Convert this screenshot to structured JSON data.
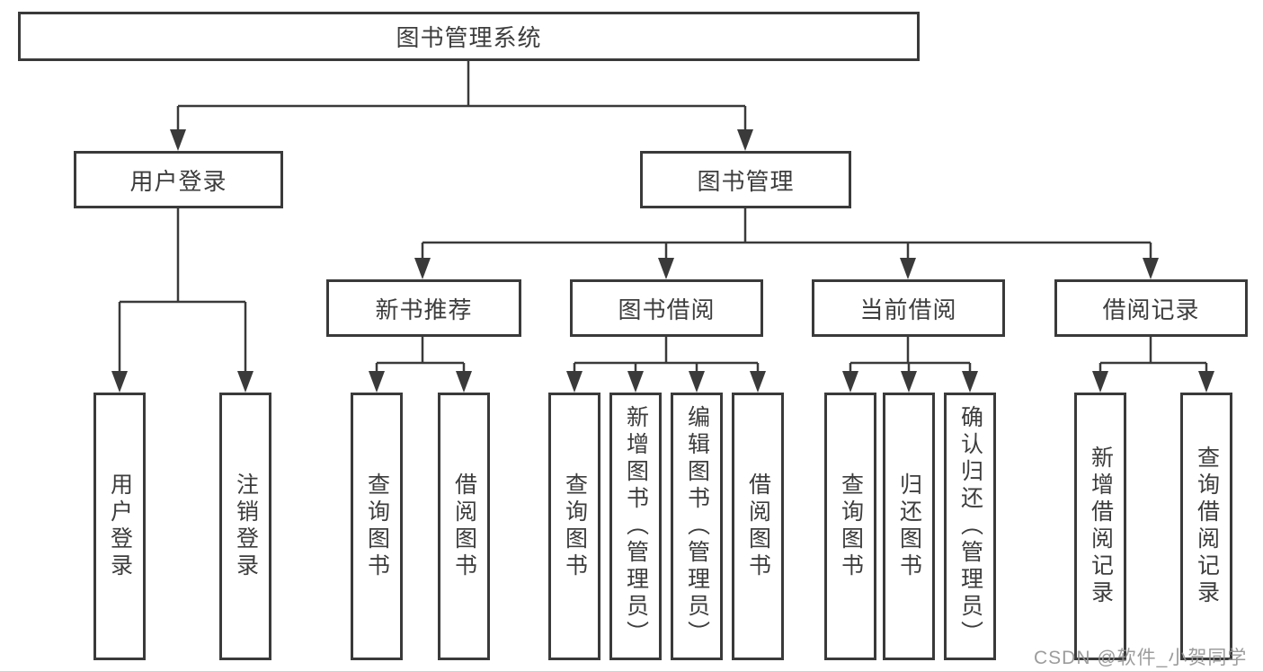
{
  "diagram": {
    "tree": {
      "root": {
        "label": "图书管理系统",
        "children": [
          {
            "label": "用户登录",
            "children": [
              {
                "label": "用户登录"
              },
              {
                "label": "注销登录"
              }
            ]
          },
          {
            "label": "图书管理",
            "children": [
              {
                "label": "新书推荐",
                "children": [
                  {
                    "label": "查询图书"
                  },
                  {
                    "label": "借阅图书"
                  }
                ]
              },
              {
                "label": "图书借阅",
                "children": [
                  {
                    "label": "查询图书"
                  },
                  {
                    "label": "新增图书（管理员）"
                  },
                  {
                    "label": "编辑图书（管理员）"
                  },
                  {
                    "label": "借阅图书"
                  }
                ]
              },
              {
                "label": "当前借阅",
                "children": [
                  {
                    "label": "查询图书"
                  },
                  {
                    "label": "归还图书"
                  },
                  {
                    "label": "确认归还（管理员）"
                  }
                ]
              },
              {
                "label": "借阅记录",
                "children": [
                  {
                    "label": "新增借阅记录"
                  },
                  {
                    "label": "查询借阅记录"
                  }
                ]
              }
            ]
          }
        ]
      }
    },
    "colors": {
      "line": "#3a3a3a",
      "border": "#3a3a3a",
      "text": "#3d3d3d",
      "background": "#ffffff",
      "watermark": "#949494"
    }
  },
  "watermark": {
    "text": "CSDN @软件_小贺同学"
  }
}
